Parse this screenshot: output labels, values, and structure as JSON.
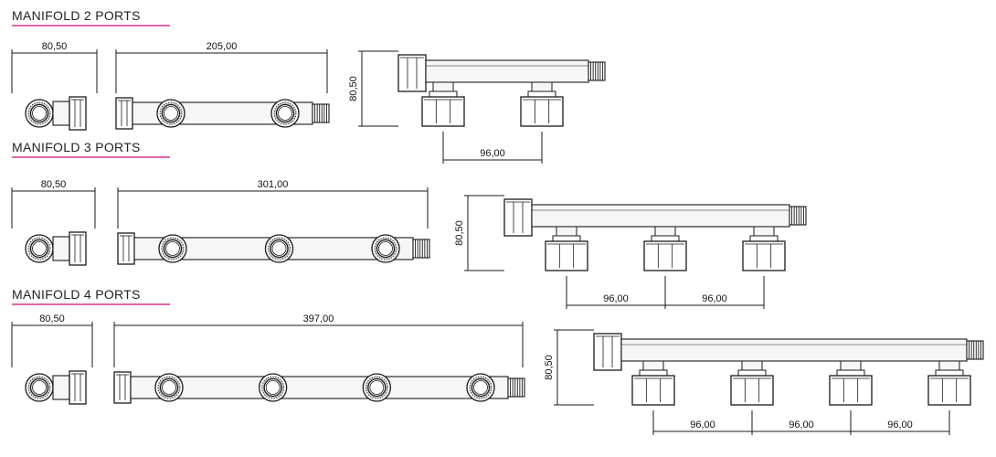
{
  "sections": [
    {
      "title": "MANIFOLD 2 PORTS",
      "ports": 2,
      "side_width_label": "80,50",
      "front_length_label": "205,00",
      "height_label": "80,50",
      "spacing_label": "96,00"
    },
    {
      "title": "MANIFOLD 3 PORTS",
      "ports": 3,
      "side_width_label": "80,50",
      "front_length_label": "301,00",
      "height_label": "80,50",
      "spacing_label": "96,00"
    },
    {
      "title": "MANIFOLD 4 PORTS",
      "ports": 4,
      "side_width_label": "80,50",
      "front_length_label": "397,00",
      "height_label": "80,50",
      "spacing_label": "96,00"
    }
  ],
  "colors": {
    "title_underline": "#d9338f",
    "line": "#1a1a1a",
    "pipe_fill": "#f6f6f6",
    "ring_fill": "#cfcfcf"
  }
}
